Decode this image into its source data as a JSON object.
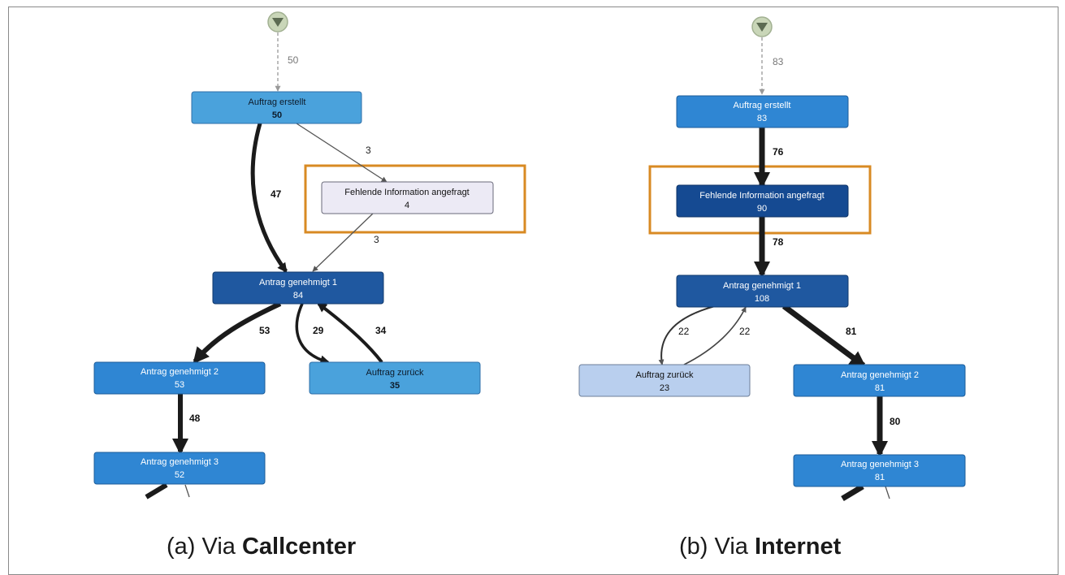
{
  "colors": {
    "light": "#ECEAF5",
    "pale": "#B9CFEE",
    "mid": "#4AA2DC",
    "blue": "#2F86D3",
    "dark": "#1F58A0",
    "darker": "#154A92",
    "highlight": "#D88A23",
    "edge": "#1b1b1b",
    "start": "#C9D6B8"
  },
  "diagram_a": {
    "start_count": "50",
    "nodes": {
      "auftrag_erstellt": {
        "label": "Auftrag erstellt",
        "count": "50"
      },
      "fehlende_info": {
        "label": "Fehlende Information angefragt",
        "count": "4"
      },
      "genehmigt_1": {
        "label": "Antrag genehmigt 1",
        "count": "84"
      },
      "genehmigt_2": {
        "label": "Antrag genehmigt 2",
        "count": "53"
      },
      "zurueck": {
        "label": "Auftrag zurück",
        "count": "35"
      },
      "genehmigt_3": {
        "label": "Antrag genehmigt 3",
        "count": "52"
      }
    },
    "edges": {
      "erstellt_to_info": "3",
      "erstellt_to_g1": "47",
      "info_to_g1": "3",
      "g1_to_g2": "53",
      "g1_to_zurueck": "29",
      "zurueck_to_g1": "34",
      "g2_to_g3": "48"
    },
    "caption": {
      "prefix": "(a) Via ",
      "bold": "Callcenter"
    }
  },
  "diagram_b": {
    "start_count": "83",
    "nodes": {
      "auftrag_erstellt": {
        "label": "Auftrag erstellt",
        "count": "83"
      },
      "fehlende_info": {
        "label": "Fehlende Information angefragt",
        "count": "90"
      },
      "genehmigt_1": {
        "label": "Antrag genehmigt 1",
        "count": "108"
      },
      "zurueck": {
        "label": "Auftrag zurück",
        "count": "23"
      },
      "genehmigt_2": {
        "label": "Antrag genehmigt 2",
        "count": "81"
      },
      "genehmigt_3": {
        "label": "Antrag genehmigt 3",
        "count": "81"
      }
    },
    "edges": {
      "erstellt_to_info": "76",
      "info_to_g1": "78",
      "g1_to_zurueck": "22",
      "zurueck_to_g1": "22",
      "g1_to_g2": "81",
      "g2_to_g3": "80"
    },
    "caption": {
      "prefix": "(b) Via ",
      "bold": "Internet"
    }
  }
}
